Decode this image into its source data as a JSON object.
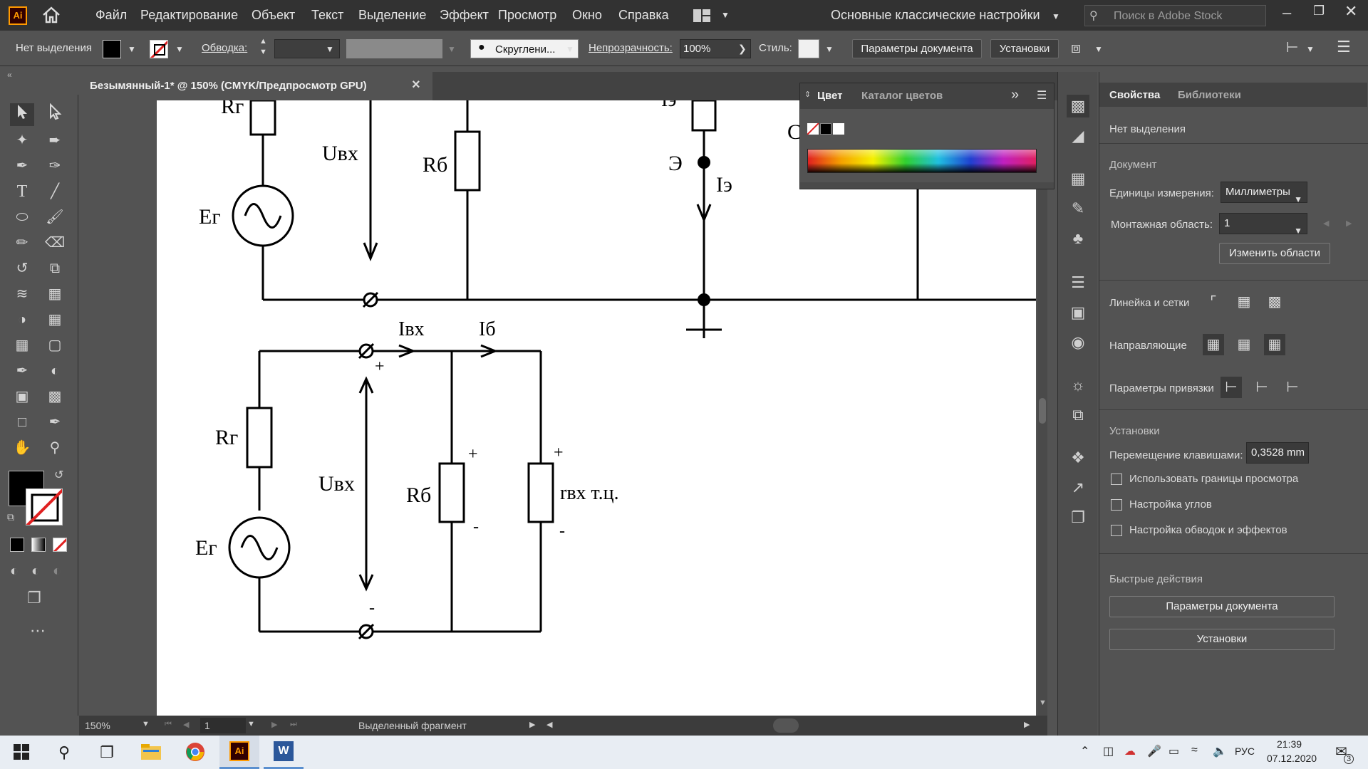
{
  "app": {
    "logo": "Ai",
    "workspace": "Основные классические настройки",
    "search_placeholder": "Поиск в Adobe Stock"
  },
  "menu": [
    "Файл",
    "Редактирование",
    "Объект",
    "Текст",
    "Выделение",
    "Эффект",
    "Просмотр",
    "Окно",
    "Справка"
  ],
  "control_bar": {
    "selection": "Нет выделения",
    "stroke_label": "Обводка:",
    "brush_label": "Скруглени...",
    "opacity_label": "Непрозрачность:",
    "opacity_value": "100%",
    "style_label": "Стиль:",
    "doc_settings": "Параметры документа",
    "preferences": "Установки"
  },
  "document_tab": {
    "title": "Безымянный-1* @ 150% (CMYK/Предпросмотр GPU)",
    "close": "×"
  },
  "color_panel": {
    "tab_active": "Цвет",
    "tab_other": "Каталог цветов",
    "expand": "»"
  },
  "status_bar": {
    "zoom": "150%",
    "artboard": "1",
    "info": "Выделенный фрагмент"
  },
  "properties": {
    "tab_active": "Свойства",
    "tab_other": "Библиотеки",
    "no_selection": "Нет выделения",
    "document_header": "Документ",
    "units_label": "Единицы измерения:",
    "units_value": "Миллиметры",
    "artboard_label": "Монтажная область:",
    "artboard_value": "1",
    "edit_artboards": "Изменить области",
    "rulers_label": "Линейка и сетки",
    "guides_label": "Направляющие",
    "snap_label": "Параметры привязки",
    "prefs_header": "Установки",
    "keyboard_label": "Перемещение клавишами:",
    "keyboard_value": "0,3528 mm",
    "check1": "Использовать границы просмотра",
    "check2": "Настройка углов",
    "check3": "Настройка обводок и эффектов",
    "quick_header": "Быстрые действия",
    "quick_btn1": "Параметры документа",
    "quick_btn2": "Установки"
  },
  "circuit": {
    "top": {
      "rg": "Rг",
      "eg": "Eг",
      "uin": "Uвх",
      "rb": "Rб",
      "ie_top": "Iэ",
      "e_node": "Э",
      "ie": "Iэ",
      "c_partial": "С"
    },
    "bottom": {
      "iin": "Iвх",
      "ib": "Iб",
      "rg": "Rг",
      "eg": "Eг",
      "uin": "Uвх",
      "rb": "Rб",
      "rvx": "rвх т.ц.",
      "plus": "+",
      "minus": "-"
    }
  },
  "taskbar": {
    "lang": "РУС",
    "time": "21:39",
    "date": "07.12.2020",
    "notif_count": "3"
  },
  "colors": {
    "app_bg": "#535353",
    "menubar_bg": "#323232",
    "artboard": "#ffffff",
    "ai_orange": "#ff9a00",
    "taskbar": "#e8edf3"
  }
}
